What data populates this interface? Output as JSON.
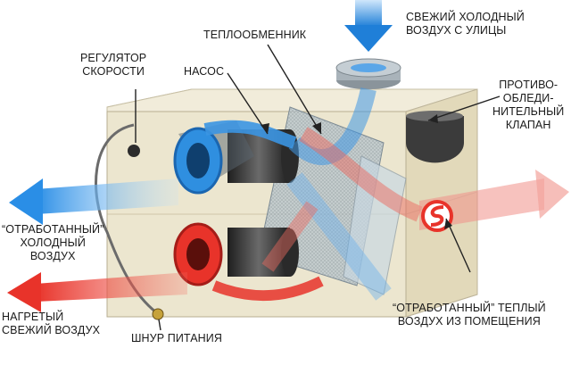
{
  "labels": {
    "fresh_cold_air": [
      "СВЕЖИЙ ХОЛОДНЫЙ",
      "ВОЗДУХ С УЛИЦЫ"
    ],
    "heat_exchanger": "ТЕПЛООБМЕННИК",
    "speed_regulator": [
      "РЕГУЛЯТОР",
      "СКОРОСТИ"
    ],
    "pump": "НАСОС",
    "antifreeze_valve": [
      "ПРОТИВО-",
      "ОБЛЕДИ-",
      "НИТЕЛЬНЫЙ",
      "КЛАПАН"
    ],
    "exhaust_cold_air": [
      "“ОТРАБОТАННЫЙ”",
      "ХОЛОДНЫЙ",
      "ВОЗДУХ"
    ],
    "heated_fresh_air": [
      "НАГРЕТЫЙ",
      "СВЕЖИЙ ВОЗДУХ"
    ],
    "power_cord": "ШНУР ПИТАНИЯ",
    "exhaust_warm_air": [
      "“ОТРАБОТАННЫЙ” ТЕПЛЫЙ",
      "ВОЗДУХ ИЗ ПОМЕЩЕНИЯ"
    ]
  },
  "colors": {
    "cold_air": "#2f8fe0",
    "warm_air": "#e8332a",
    "housing": "#e9e2c8",
    "motor": "#3a3a3a"
  }
}
